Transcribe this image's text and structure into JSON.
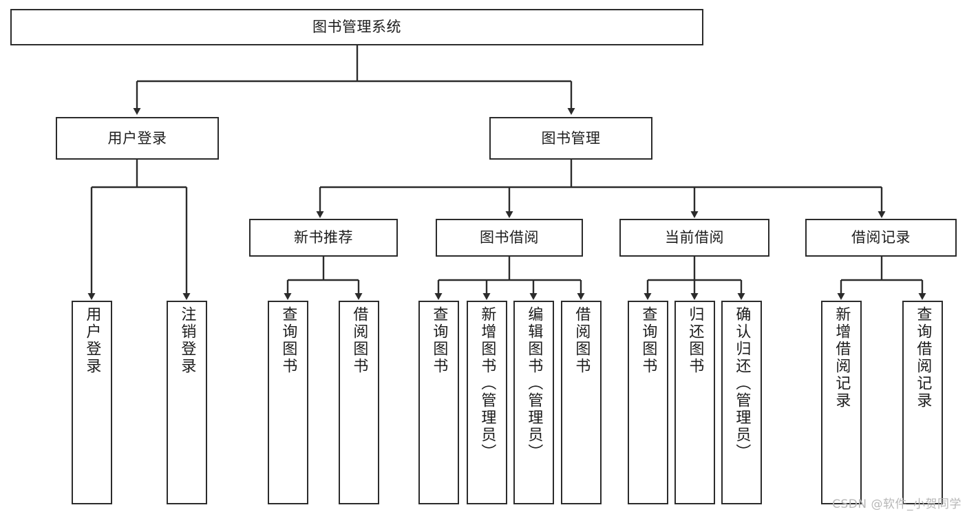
{
  "diagram": {
    "title": "图书管理系统",
    "type": "tree",
    "root": {
      "label": "图书管理系统"
    },
    "level2": [
      {
        "label": "用户登录"
      },
      {
        "label": "图书管理"
      }
    ],
    "level3": [
      {
        "label": "新书推荐"
      },
      {
        "label": "图书借阅"
      },
      {
        "label": "当前借阅"
      },
      {
        "label": "借阅记录"
      }
    ],
    "leaves": {
      "user_login": [
        {
          "label": "用户登录"
        },
        {
          "label": "注销登录"
        }
      ],
      "new_book_recommend": [
        {
          "label": "查询图书"
        },
        {
          "label": "借阅图书"
        }
      ],
      "book_borrow": [
        {
          "label": "查询图书"
        },
        {
          "label": "新增图书（管理员）"
        },
        {
          "label": "编辑图书（管理员）"
        },
        {
          "label": "借阅图书"
        }
      ],
      "current_borrow": [
        {
          "label": "查询图书"
        },
        {
          "label": "归还图书"
        },
        {
          "label": "确认归还（管理员）"
        }
      ],
      "borrow_record": [
        {
          "label": "新增借阅记录"
        },
        {
          "label": "查询借阅记录"
        }
      ]
    }
  },
  "watermark": {
    "text": "CSDN @软件_小贺同学"
  },
  "colors": {
    "stroke": "#2b2b2b",
    "background": "#ffffff",
    "text": "#1c1c1c",
    "watermark": "#b7b7b7"
  }
}
